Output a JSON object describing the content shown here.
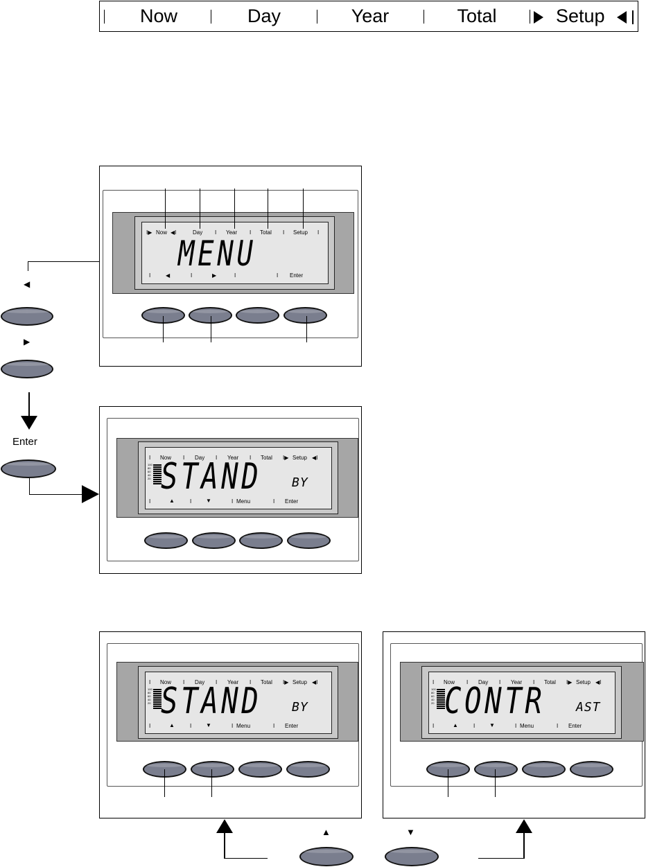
{
  "top_menu": {
    "items": [
      "Now",
      "Day",
      "Year",
      "Total",
      "Setup"
    ],
    "selected": "Setup"
  },
  "panel_menu": {
    "menu_labels": [
      "Now",
      "Day",
      "Year",
      "Total",
      "Setup"
    ],
    "display_text": "MENU",
    "button_labels": [
      "◀",
      "▶",
      "",
      "Enter"
    ]
  },
  "panel_standby": {
    "menu_labels": [
      "Now",
      "Day",
      "Year",
      "Total",
      "Setup"
    ],
    "display_main": "STAND",
    "display_sub": "BY",
    "button_labels": [
      "▲",
      "▼",
      "Menu",
      "Enter"
    ],
    "level_scale": [
      "100",
      "80",
      "60",
      "40",
      "20"
    ]
  },
  "panel_standby_2": {
    "menu_labels": [
      "Now",
      "Day",
      "Year",
      "Total",
      "Setup"
    ],
    "display_main": "STAND",
    "display_sub": "BY",
    "button_labels": [
      "▲",
      "▼",
      "Menu",
      "Enter"
    ]
  },
  "panel_contrast": {
    "menu_labels": [
      "Now",
      "Day",
      "Year",
      "Total",
      "Setup"
    ],
    "display_main": "CONTR",
    "display_sub": "AST",
    "button_labels": [
      "▲",
      "▼",
      "Menu",
      "Enter"
    ]
  },
  "side_controls": {
    "left_label": "◀",
    "right_label": "▶",
    "enter_label": "Enter",
    "up_label": "▲",
    "down_label": "▼"
  }
}
